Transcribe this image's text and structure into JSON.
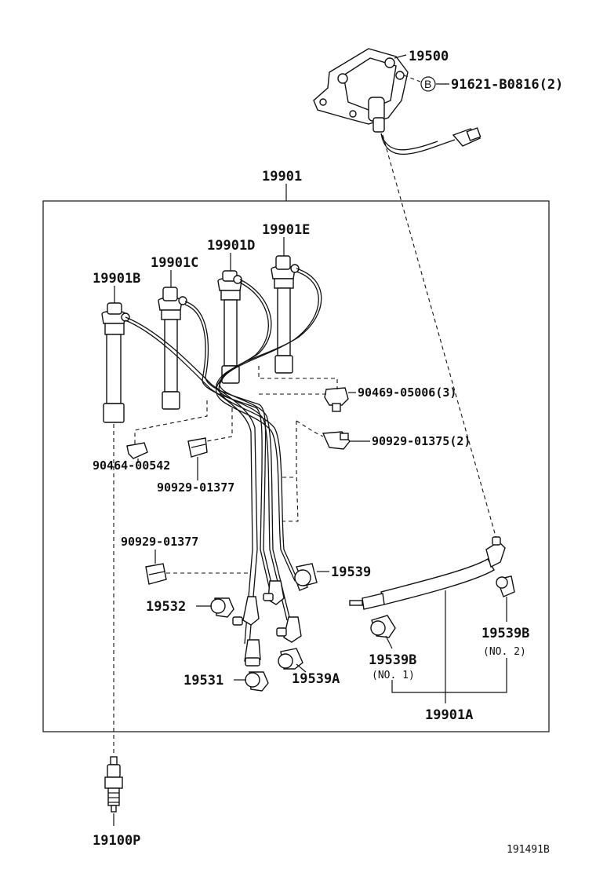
{
  "diagram": {
    "labels": {
      "coil": "19500",
      "bolt_ref": "B",
      "bolt": "91621-B0816(2)",
      "set": "19901",
      "cord_e": "19901E",
      "cord_d": "19901D",
      "cord_c": "19901C",
      "cord_b": "19901B",
      "clamp_a": "90469-05006(3)",
      "clamp_b": "90929-01375(2)",
      "clamp_c": "90464-00542",
      "clamp_d": "90929-01377",
      "clamp_e": "90929-01377",
      "cap_539": "19539",
      "cap_532": "19532",
      "cap_531": "19531",
      "cap_539a": "19539A",
      "cap_539b_1": "19539B",
      "no1": "(NO. 1)",
      "cap_539b_2": "19539B",
      "no2": "(NO. 2)",
      "cord_a": "19901A",
      "plug": "19100P",
      "code": "191491B"
    }
  }
}
